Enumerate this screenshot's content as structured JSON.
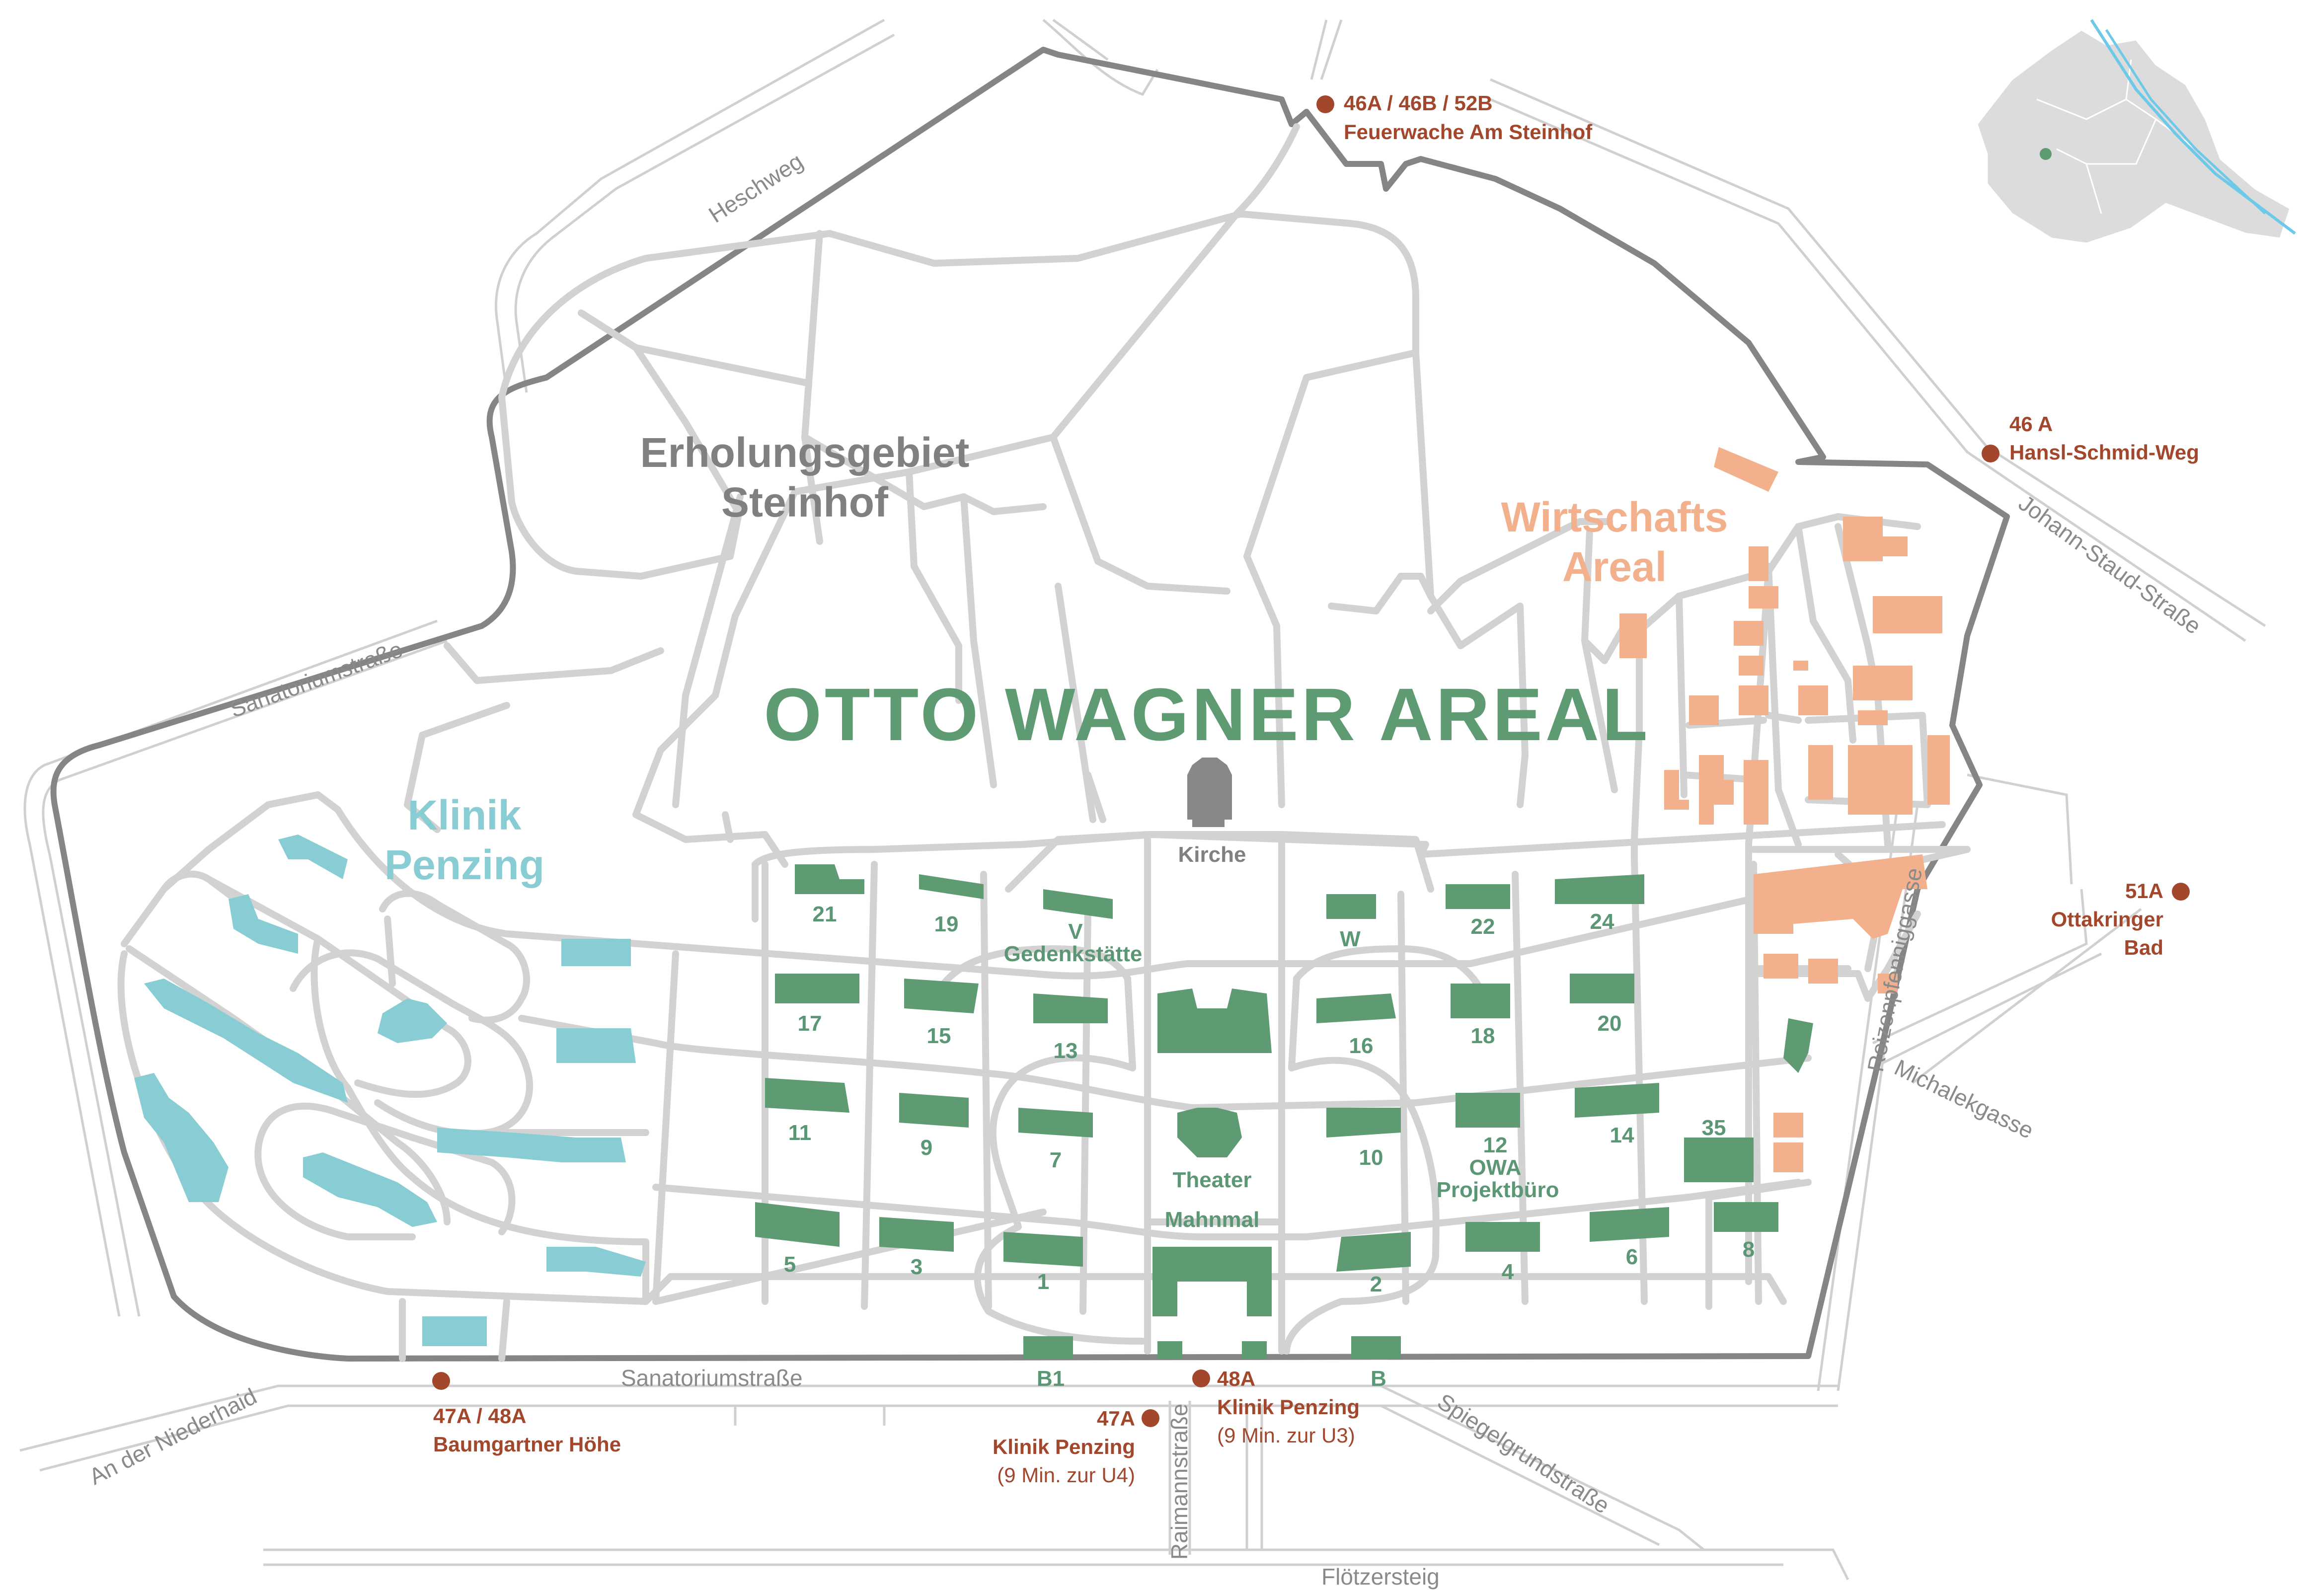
{
  "title": "OTTO WAGNER AREAL",
  "areas": {
    "recreation": [
      "Erholungsgebiet",
      "Steinhof"
    ],
    "clinic": [
      "Klinik",
      "Penzing"
    ],
    "economy": [
      "Wirtschafts",
      "Areal"
    ]
  },
  "landmarks": {
    "church": "Kirche",
    "memorial_site": [
      "V",
      "Gedenkstätte"
    ],
    "w": "W",
    "theater": "Theater",
    "mahnmal": "Mahnmal",
    "owa": [
      "12",
      "OWA",
      "Projektbüro"
    ]
  },
  "buildings": [
    "21",
    "19",
    "22",
    "24",
    "17",
    "15",
    "13",
    "16",
    "18",
    "20",
    "11",
    "9",
    "7",
    "10",
    "14",
    "35",
    "5",
    "3",
    "1",
    "2",
    "4",
    "6",
    "8",
    "B1",
    "B"
  ],
  "streets": {
    "heschweg": "Heschweg",
    "sanatorium_upper": "Sanatoriumstraße",
    "sanatorium_lower": "Sanatoriumstraße",
    "an_der_niederhaid": "An der Niederhaid",
    "raimannstrasse": "Raimannstraße",
    "spiegelgrund": "Spiegelgrundstraße",
    "floetzersteig": "Flötzersteig",
    "reizenpfenniggasse": "Reizenpfenniggasse",
    "michalekgasse": "Michalekgasse",
    "johann_staud": "Johann-Staud-Straße"
  },
  "stops": {
    "s1": [
      "46A / 46B / 52B",
      "Feuerwache Am Steinhof"
    ],
    "s2": [
      "46 A",
      "Hansl-Schmid-Weg"
    ],
    "s3": [
      "51A",
      "Ottakringer",
      "Bad"
    ],
    "s4": [
      "47A / 48A",
      "Baumgartner Höhe"
    ],
    "s5": [
      "47A",
      "Klinik Penzing",
      "(9 Min. zur U4)"
    ],
    "s6": [
      "48A",
      "Klinik Penzing",
      "(9 Min. zur U3)"
    ]
  },
  "colors": {
    "green_buildings": "#5e9a72",
    "clinic_buildings": "#88cdd3",
    "economy_buildings": "#f3b08c",
    "bus_stop": "#a3472c",
    "boundary": "#858585",
    "roads": "#d2d2d2"
  }
}
